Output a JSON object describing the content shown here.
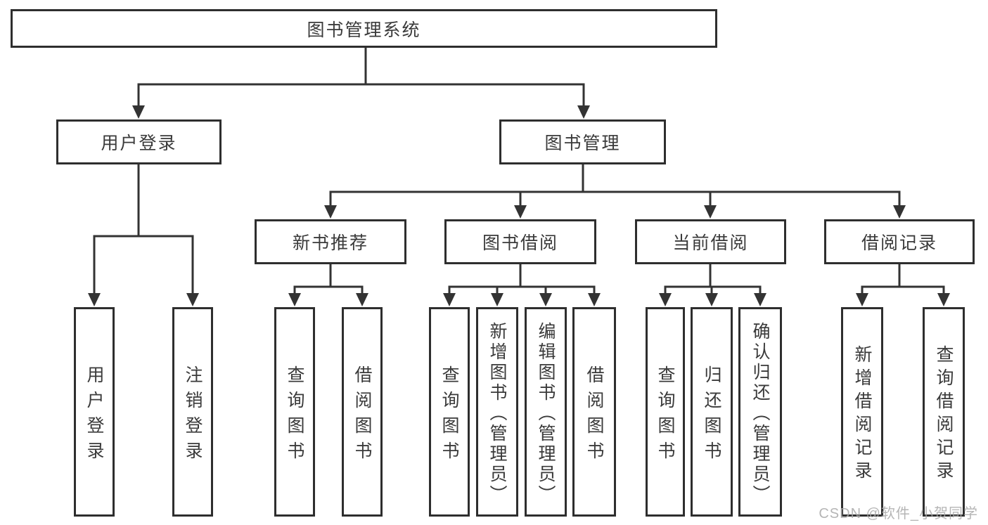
{
  "colors": {
    "line": "#333333",
    "border": "#2e2e2e",
    "text": "#3a3a3a",
    "watermark": "#a8a8a8"
  },
  "watermark": {
    "text": "CSDN @软件_小贺同学"
  },
  "tree": {
    "root": {
      "label": "图书管理系统"
    },
    "level2": [
      {
        "id": "user-login",
        "label": "用户登录"
      },
      {
        "id": "book-management",
        "label": "图书管理"
      }
    ],
    "level3": [
      {
        "id": "new-book-recommend",
        "label": "新书推荐",
        "parent": "book-management"
      },
      {
        "id": "book-borrow",
        "label": "图书借阅",
        "parent": "book-management"
      },
      {
        "id": "current-borrow",
        "label": "当前借阅",
        "parent": "book-management"
      },
      {
        "id": "borrow-record",
        "label": "借阅记录",
        "parent": "book-management"
      }
    ],
    "leaves": [
      {
        "id": "leaf-user-login",
        "label": "用户登录",
        "parent": "user-login"
      },
      {
        "id": "leaf-logout",
        "label": "注销登录",
        "parent": "user-login"
      },
      {
        "id": "leaf-query-book-recommend",
        "label": "查询图书",
        "parent": "new-book-recommend"
      },
      {
        "id": "leaf-borrow-book-recommend",
        "label": "借阅图书",
        "parent": "new-book-recommend"
      },
      {
        "id": "leaf-query-book-borrow",
        "label": "查询图书",
        "parent": "book-borrow"
      },
      {
        "id": "leaf-add-book-admin",
        "label": "新增图书（管理员）",
        "parent": "book-borrow"
      },
      {
        "id": "leaf-edit-book-admin",
        "label": "编辑图书（管理员）",
        "parent": "book-borrow"
      },
      {
        "id": "leaf-borrow-book",
        "label": "借阅图书",
        "parent": "book-borrow"
      },
      {
        "id": "leaf-query-book-current",
        "label": "查询图书",
        "parent": "current-borrow"
      },
      {
        "id": "leaf-return-book",
        "label": "归还图书",
        "parent": "current-borrow"
      },
      {
        "id": "leaf-confirm-return-admin",
        "label": "确认归还（管理员）",
        "parent": "current-borrow"
      },
      {
        "id": "leaf-add-borrow-record",
        "label": "新增借阅记录",
        "parent": "borrow-record"
      },
      {
        "id": "leaf-query-borrow-record",
        "label": "查询借阅记录",
        "parent": "borrow-record"
      }
    ]
  }
}
